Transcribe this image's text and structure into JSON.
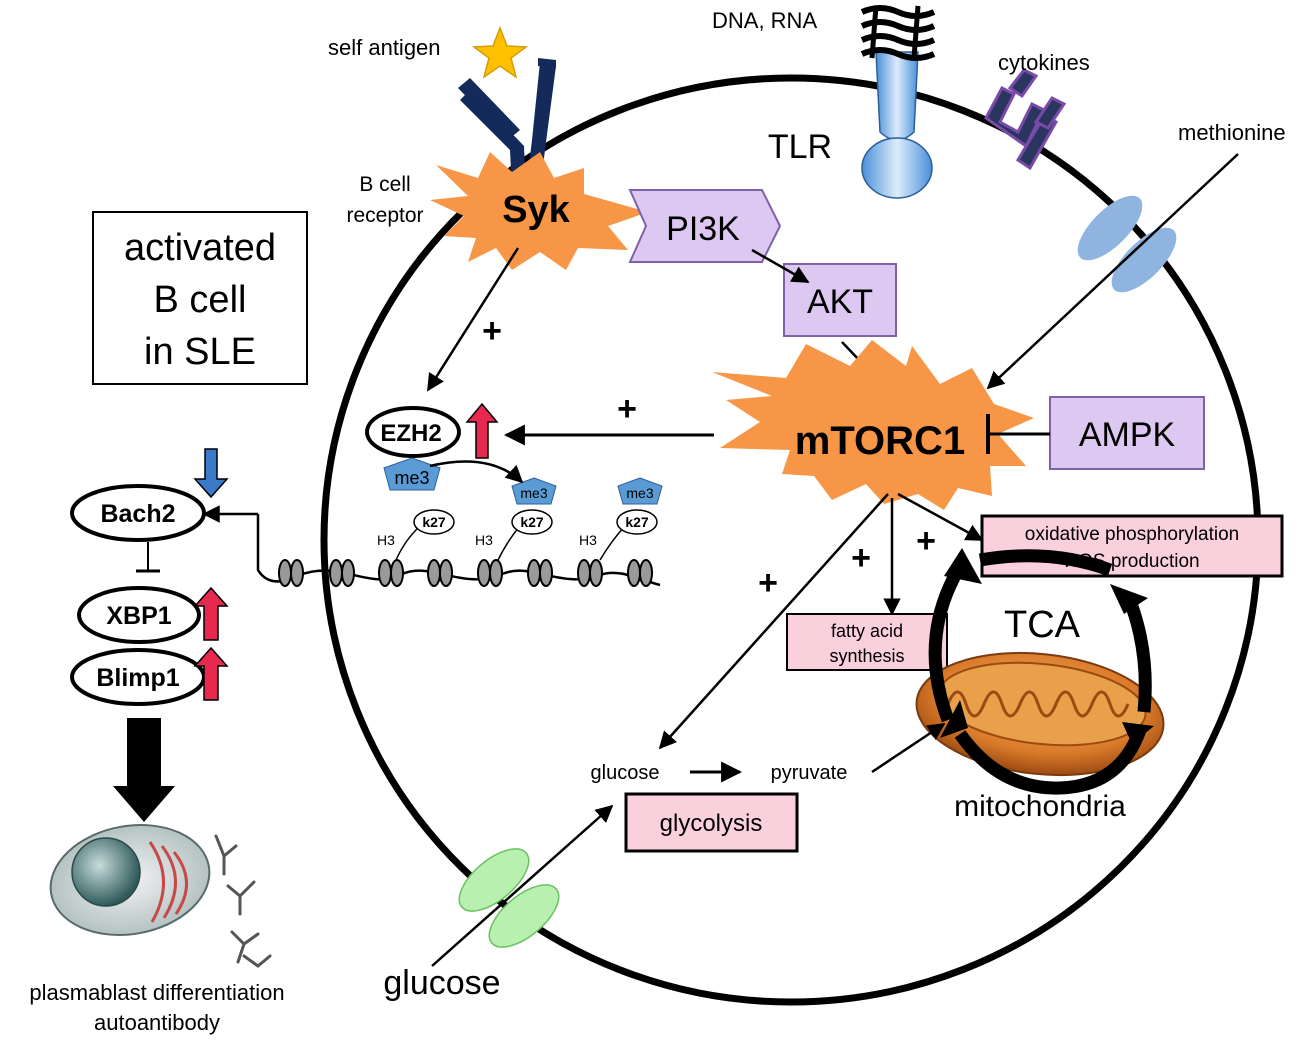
{
  "labels": {
    "self_antigen": "self antigen",
    "bcr_line1": "B cell",
    "bcr_line2": "receptor",
    "dna_rna": "DNA, RNA",
    "cytokines": "cytokines",
    "tlr": "TLR",
    "methionine": "methionine",
    "title_line1": "activated",
    "title_line2": "B cell",
    "title_line3": "in SLE",
    "syk": "Syk",
    "pi3k": "PI3K",
    "akt": "AKT",
    "mtorc1": "mTORC1",
    "ampk": "AMPK",
    "ezh2": "EZH2",
    "me3": "me3",
    "k27": "k27",
    "h3": "H3",
    "bach2": "Bach2",
    "xbp1": "XBP1",
    "blimp1": "Blimp1",
    "plus": "+",
    "oxphos_line1": "oxidative phosphorylation",
    "oxphos_line2": "ROS production",
    "tca": "TCA",
    "fatty_line1": "fatty acid",
    "fatty_line2": "synthesis",
    "mitochondria": "mitochondria",
    "glucose_inner": "glucose",
    "pyruvate": "pyruvate",
    "glycolysis": "glycolysis",
    "glucose_outer": "glucose",
    "plasmablast_line1": "plasmablast differentiation",
    "plasmablast_line2": "autoantibody"
  },
  "colors": {
    "burst": "#f79646",
    "kinase_fill": "#dcc8f0",
    "kinase_stroke": "#7f62a8",
    "pink_box": "#f9d0dc",
    "up_arrow": "#e8294f",
    "down_arrow": "#3b7ac8",
    "receptor": "#132a5a",
    "star": "#ffc000",
    "tlr_blue": "#7fb6e8",
    "methionine_channel": "#8fb4e0",
    "glucose_channel": "#b8f0b0",
    "me3_pentagon": "#5b9bd5",
    "mito_orange": "#c8651a"
  }
}
